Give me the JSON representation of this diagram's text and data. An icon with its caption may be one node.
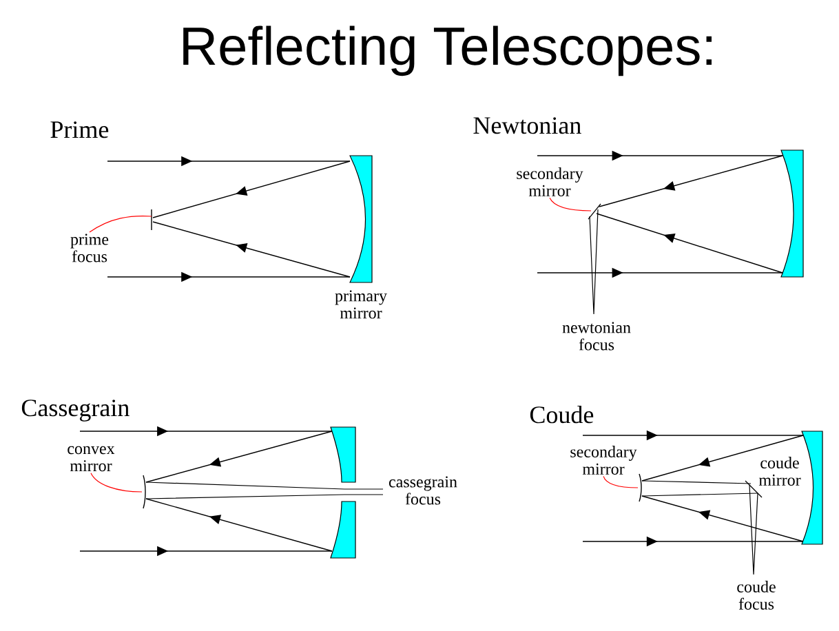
{
  "diagram": {
    "title": "Reflecting Telescopes:",
    "nodes": [
      {
        "text": [
          "prime focus"
        ]
      },
      {
        "text": [
          "secondary mirror"
        ]
      },
      {
        "text": [
          "convex mirror"
        ]
      },
      {
        "text": [
          "secondary mirror"
        ]
      }
    ],
    "edges": [
      {
        "from": 0,
        "to": null,
        "arrow": "none"
      },
      {
        "from": 1,
        "to": null,
        "arrow": "none"
      },
      {
        "from": 2,
        "to": null,
        "arrow": "none"
      },
      {
        "from": 3,
        "to": null,
        "arrow": "none"
      }
    ],
    "labels": [
      "Prime",
      "primary mirror",
      "Newtonian",
      "newtonian focus",
      "Cassegrain",
      "cassegrain focus",
      "Coude",
      "coude mirror",
      "coude focus"
    ]
  }
}
